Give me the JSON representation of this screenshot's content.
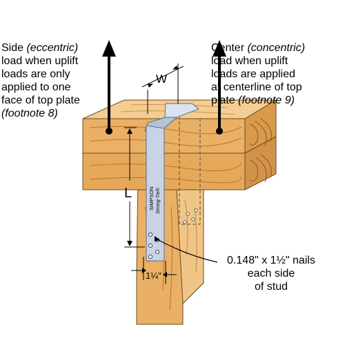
{
  "labels": {
    "side": {
      "line1": "Side ",
      "line1_em": "(eccentric)",
      "line2": "load when uplift",
      "line3": "loads are only",
      "line4": "applied to one",
      "line5": "face of top plate",
      "line6_em": "(footnote 8)"
    },
    "center": {
      "line1": "Center ",
      "line1_em": "(concentric)",
      "line2": "load when uplift",
      "line3": "loads are applied",
      "line4": "at centerline of top",
      "line5": "plate ",
      "line5_em": "(footnote 9)"
    },
    "nails": {
      "line1": "0.148\" x 1½\" nails",
      "line2": "each side",
      "line3": "of stud"
    },
    "dim_w": "W",
    "dim_l": "L",
    "dim_quarter": "1¼\"",
    "brand_line1": "SIMPSON",
    "brand_line2": "Strong-Tie®"
  },
  "colors": {
    "wood_light": "#f2c27a",
    "wood_mid": "#e8ad5c",
    "wood_dark": "#c98a3a",
    "wood_grain": "#b5762b",
    "strap": "#c8d3e6",
    "strap_edge": "#6f7f99",
    "ink": "#000000"
  }
}
